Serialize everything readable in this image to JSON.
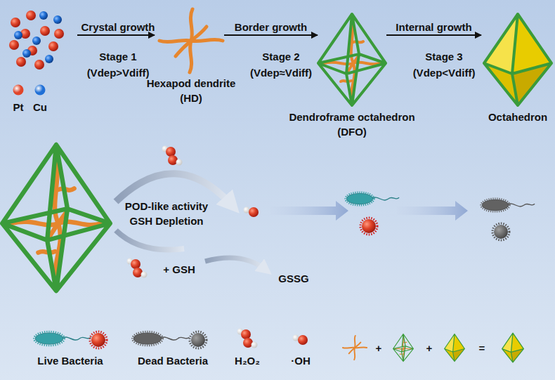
{
  "diagram": {
    "nodes": [
      {
        "text": [
          "Hexapod dendrite (HD)"
        ]
      },
      {
        "text": [
          "Dendroframe octahedron (DFO)"
        ]
      },
      {
        "text": [
          "Octahedron"
        ]
      }
    ],
    "edges": [
      {
        "from": 0,
        "to": 1,
        "label": "Border growth",
        "arrow": "to"
      },
      {
        "from": 1,
        "to": 2,
        "label": "Internal growth",
        "arrow": "to"
      }
    ],
    "labels": [
      "Crystal growth",
      "Stage 1",
      "(Vdep>Vdiff)",
      "Stage 2",
      "(Vdep≈Vdiff)",
      "Stage 3",
      "(Vdep<Vdiff)",
      "POD-like activity",
      "GSH Depletion",
      "+ GSH",
      "GSSG",
      "+",
      "+",
      "="
    ],
    "legend": [
      {
        "text": "Pt",
        "color": "#e0452a"
      },
      {
        "text": "Cu",
        "color": "#1f6fd6"
      },
      {
        "text": "Live Bacteria"
      },
      {
        "text": "Dead Bacteria"
      },
      {
        "text": "H₂O₂"
      },
      {
        "text": "·OH"
      }
    ]
  }
}
